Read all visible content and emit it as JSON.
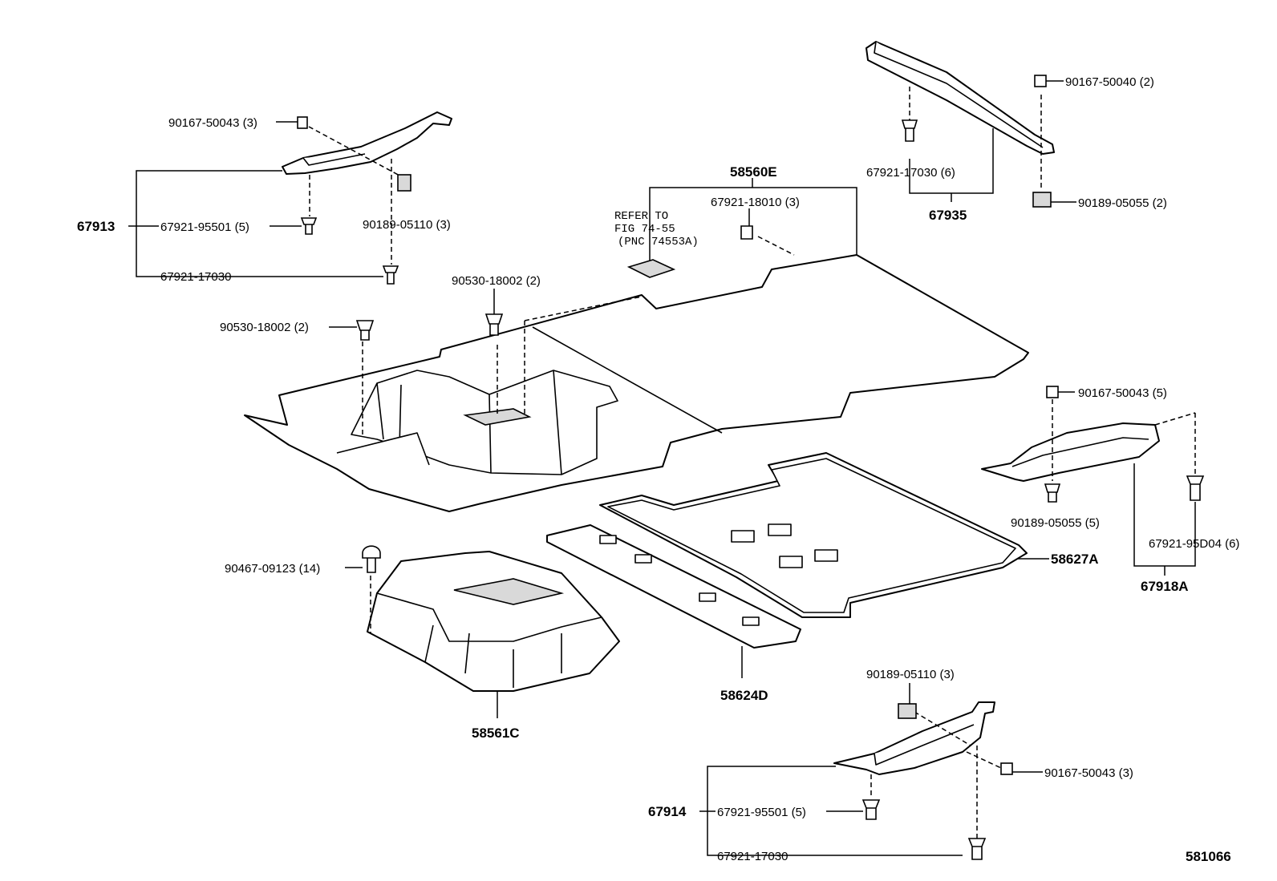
{
  "labels": {
    "p90167_50043_a": "90167-50043 (3)",
    "p67913": "67913",
    "p67921_95501_a": "67921-95501 (5)",
    "p90189_05110_a": "90189-05110 (3)",
    "p67921_17030_a": "67921-17030",
    "p90530_18002_a": "90530-18002 (2)",
    "p90530_18002_b": "90530-18002 (2)",
    "refer_1": "REFER TO",
    "refer_2": "FIG 74-55",
    "refer_3": "(PNC 74553A)",
    "p58560E": "58560E",
    "p67921_18010": "67921-18010 (3)",
    "p90167_50040": "90167-50040 (2)",
    "p67921_17030_b": "67921-17030 (6)",
    "p67935": "67935",
    "p90189_05055_a": "90189-05055 (2)",
    "p90167_50043_b": "90167-50043 (5)",
    "p90189_05055_b": "90189-05055 (5)",
    "p67921_95D04": "67921-95D04 (6)",
    "p67918A": "67918A",
    "p58627A": "58627A",
    "p90467_09123": "90467-09123 (14)",
    "p58624D": "58624D",
    "p58561C": "58561C",
    "p90189_05110_b": "90189-05110 (3)",
    "p90167_50043_c": "90167-50043 (3)",
    "p67914": "67914",
    "p67921_95501_b": "67921-95501 (5)",
    "p67921_17030_c": "67921-17030",
    "diagram_id": "581066"
  }
}
